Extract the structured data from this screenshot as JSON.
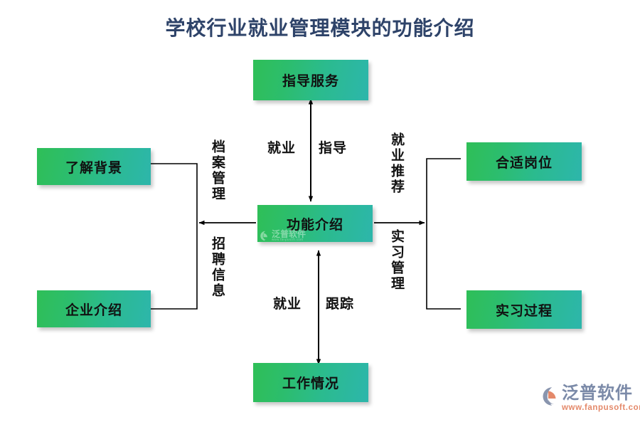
{
  "page": {
    "title": "学校行业就业管理模块的功能介绍",
    "title_color": "#2e4369",
    "background_color": "#ffffff"
  },
  "theme": {
    "box_gradient_start": "#2fbf57",
    "box_gradient_end": "#2db6ab",
    "box_text_color": "#111111",
    "connector_color": "#000000",
    "logo_cn_color": "#7b8aa8",
    "logo_en_color": "#e4896a"
  },
  "diagram": {
    "type": "flowchart",
    "nodes": [
      {
        "id": "guidance",
        "label": "指导服务",
        "position": "top"
      },
      {
        "id": "center",
        "label": "功能介绍",
        "position": "center"
      },
      {
        "id": "background",
        "label": "了解背景",
        "position": "left-top"
      },
      {
        "id": "company",
        "label": "企业介绍",
        "position": "left-bottom"
      },
      {
        "id": "position",
        "label": "合适岗位",
        "position": "right-top"
      },
      {
        "id": "internship",
        "label": "实习过程",
        "position": "right-bottom"
      },
      {
        "id": "work",
        "label": "工作情况",
        "position": "bottom"
      }
    ],
    "edge_labels": {
      "archive": "档案管理",
      "recruit": "招聘信息",
      "recommend": "就业推荐",
      "intern": "实习管理",
      "employ_top": "就业",
      "guide_top": "指导",
      "employ_bottom": "就业",
      "track_bottom": "跟踪"
    },
    "edges": [
      {
        "from": "guidance",
        "to": "center",
        "arrow": "double",
        "labels": [
          "就业",
          "指导"
        ]
      },
      {
        "from": "work",
        "to": "center",
        "arrow": "double",
        "labels": [
          "就业",
          "跟踪"
        ]
      },
      {
        "from": "center",
        "to": "left-bracket",
        "arrow": "single-left",
        "labels": [
          "档案管理",
          "招聘信息"
        ]
      },
      {
        "from": "center",
        "to": "right-bracket",
        "arrow": "single-right",
        "labels": [
          "就业推荐",
          "实习管理"
        ]
      }
    ]
  },
  "watermark": {
    "brand_cn": "泛普软件",
    "brand_en": "www.fanpusoft.com"
  }
}
